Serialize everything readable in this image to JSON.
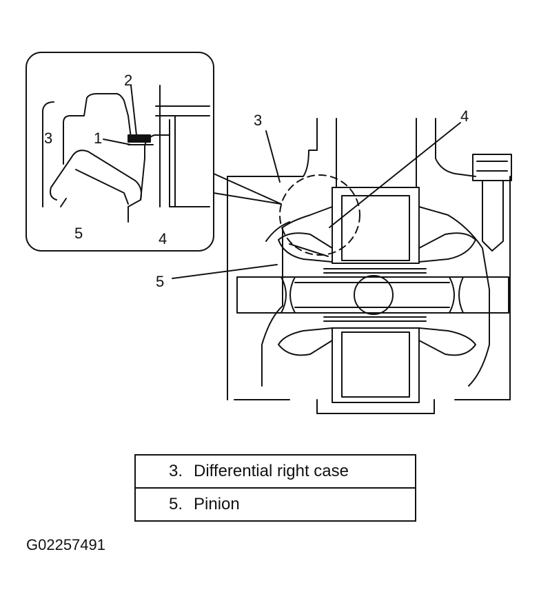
{
  "callouts": {
    "inset_1": "1",
    "inset_2": "2",
    "inset_3": "3",
    "inset_4": "4",
    "inset_5": "5",
    "main_3": "3",
    "main_4": "4",
    "main_5": "5"
  },
  "legend": [
    {
      "number": "3.",
      "text": "Differential right case"
    },
    {
      "number": "5.",
      "text": "Pinion"
    }
  ],
  "figure_id": "G02257491"
}
